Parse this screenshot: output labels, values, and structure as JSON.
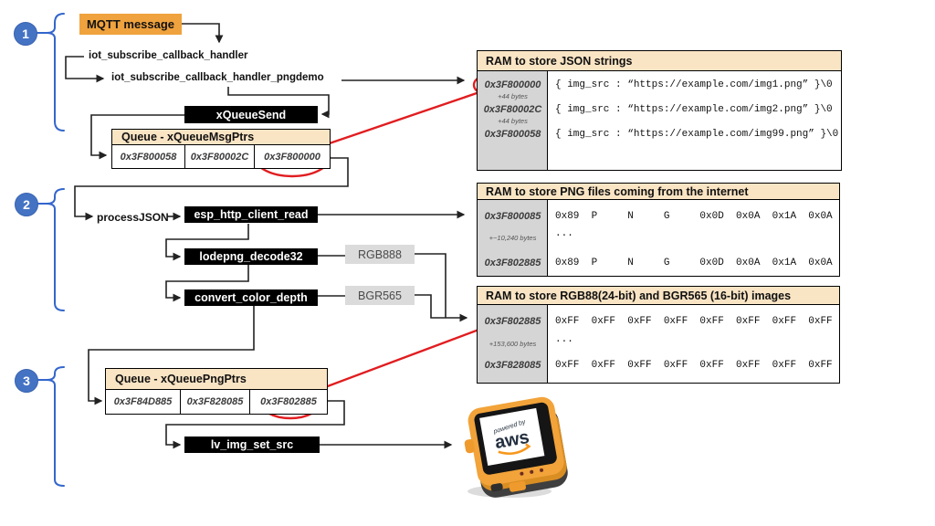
{
  "steps": [
    {
      "label": "1"
    },
    {
      "label": "2"
    },
    {
      "label": "3"
    }
  ],
  "nodes": {
    "mqtt": "MQTT message",
    "handler": "iot_subscribe_callback_handler",
    "handler_pngdemo": "iot_subscribe_callback_handler_pngdemo",
    "xqueue_send": "xQueueSend",
    "process_json": "processJSON",
    "esp_http_client_read": "esp_http_client_read",
    "lodepng_decode32": "lodepng_decode32",
    "convert_color_depth": "convert_color_depth",
    "rgb888": "RGB888",
    "bgr565": "BGR565",
    "lv_img_set_src": "lv_img_set_src"
  },
  "queue_msg_ptrs": {
    "title": "Queue - xQueueMsgPtrs",
    "cells": [
      "0x3F800058",
      "0x3F80002C",
      "0x3F800000"
    ]
  },
  "queue_png_ptrs": {
    "title": "Queue - xQueuePngPtrs",
    "cells": [
      "0x3F84D885",
      "0x3F828085",
      "0x3F802885"
    ]
  },
  "ram_json": {
    "title": "RAM to store JSON strings",
    "rows": [
      {
        "address": "0x3F800000",
        "note": "+44 bytes",
        "content": "{ img_src : “https://example.com/img1.png” }\\0"
      },
      {
        "address": "0x3F80002C",
        "note": "+44 bytes",
        "content": "{ img_src : “https://example.com/img2.png” }\\0"
      },
      {
        "address": "0x3F800058",
        "content": "{ img_src : “https://example.com/img99.png” }\\0"
      }
    ]
  },
  "ram_png": {
    "title": "RAM to store PNG files coming from the internet",
    "rows": [
      {
        "address": "0x3F800085",
        "content": "0x89  P     N     G     0x0D  0x0A  0x1A  0x0A"
      },
      {
        "note": "+~10,240 bytes",
        "content": "..."
      },
      {
        "address": "0x3F802885",
        "content": "0x89  P     N     G     0x0D  0x0A  0x1A  0x0A"
      }
    ]
  },
  "ram_images": {
    "title": "RAM to store RGB88(24-bit) and BGR565 (16-bit) images",
    "rows": [
      {
        "address": "0x3F802885",
        "content": "0xFF  0xFF  0xFF  0xFF  0xFF  0xFF  0xFF  0xFF"
      },
      {
        "note": "+153,600 bytes",
        "content": "..."
      },
      {
        "address": "0x3F828085",
        "content": "0xFF  0xFF  0xFF  0xFF  0xFF  0xFF  0xFF  0xFF"
      }
    ]
  },
  "device": {
    "powered_by": "powered by",
    "brand": "aws"
  },
  "colors": {
    "accent_orange": "#EFA23D",
    "table_header_tan": "#F9E4C4",
    "address_gray": "#D5D5D5",
    "step_blue": "#4573C4",
    "highlight_red": "#E11D20",
    "line_black": "#222222"
  }
}
